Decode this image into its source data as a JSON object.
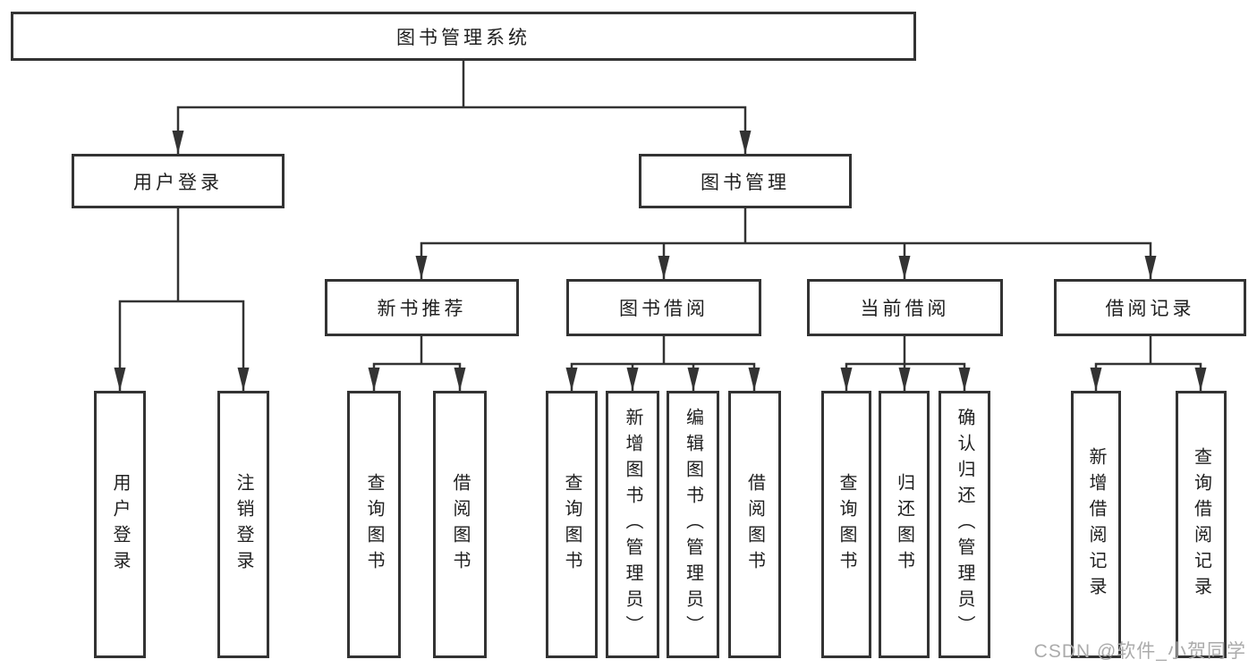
{
  "root": {
    "label": "图书管理系统"
  },
  "branches": [
    {
      "label": "用户登录",
      "leaves": [
        "用户登录",
        "注销登录"
      ]
    },
    {
      "label": "图书管理",
      "groups": [
        {
          "label": "新书推荐",
          "leaves": [
            "查询图书",
            "借阅图书"
          ]
        },
        {
          "label": "图书借阅",
          "leaves": [
            "查询图书",
            "新增图书（管理员）",
            "编辑图书（管理员）",
            "借阅图书"
          ]
        },
        {
          "label": "当前借阅",
          "leaves": [
            "查询图书",
            "归还图书",
            "确认归还（管理员）"
          ]
        },
        {
          "label": "借阅记录",
          "leaves": [
            "新增借阅记录",
            "查询借阅记录"
          ]
        }
      ]
    }
  ],
  "watermark": {
    "text": "CSDN @软件_小贺同学"
  },
  "colors": {
    "line": "#333333",
    "box_border": "#333333",
    "box_fill": "#ffffff",
    "text": "#1f1f1f",
    "watermark": "#ababab",
    "background": "#ffffff"
  }
}
